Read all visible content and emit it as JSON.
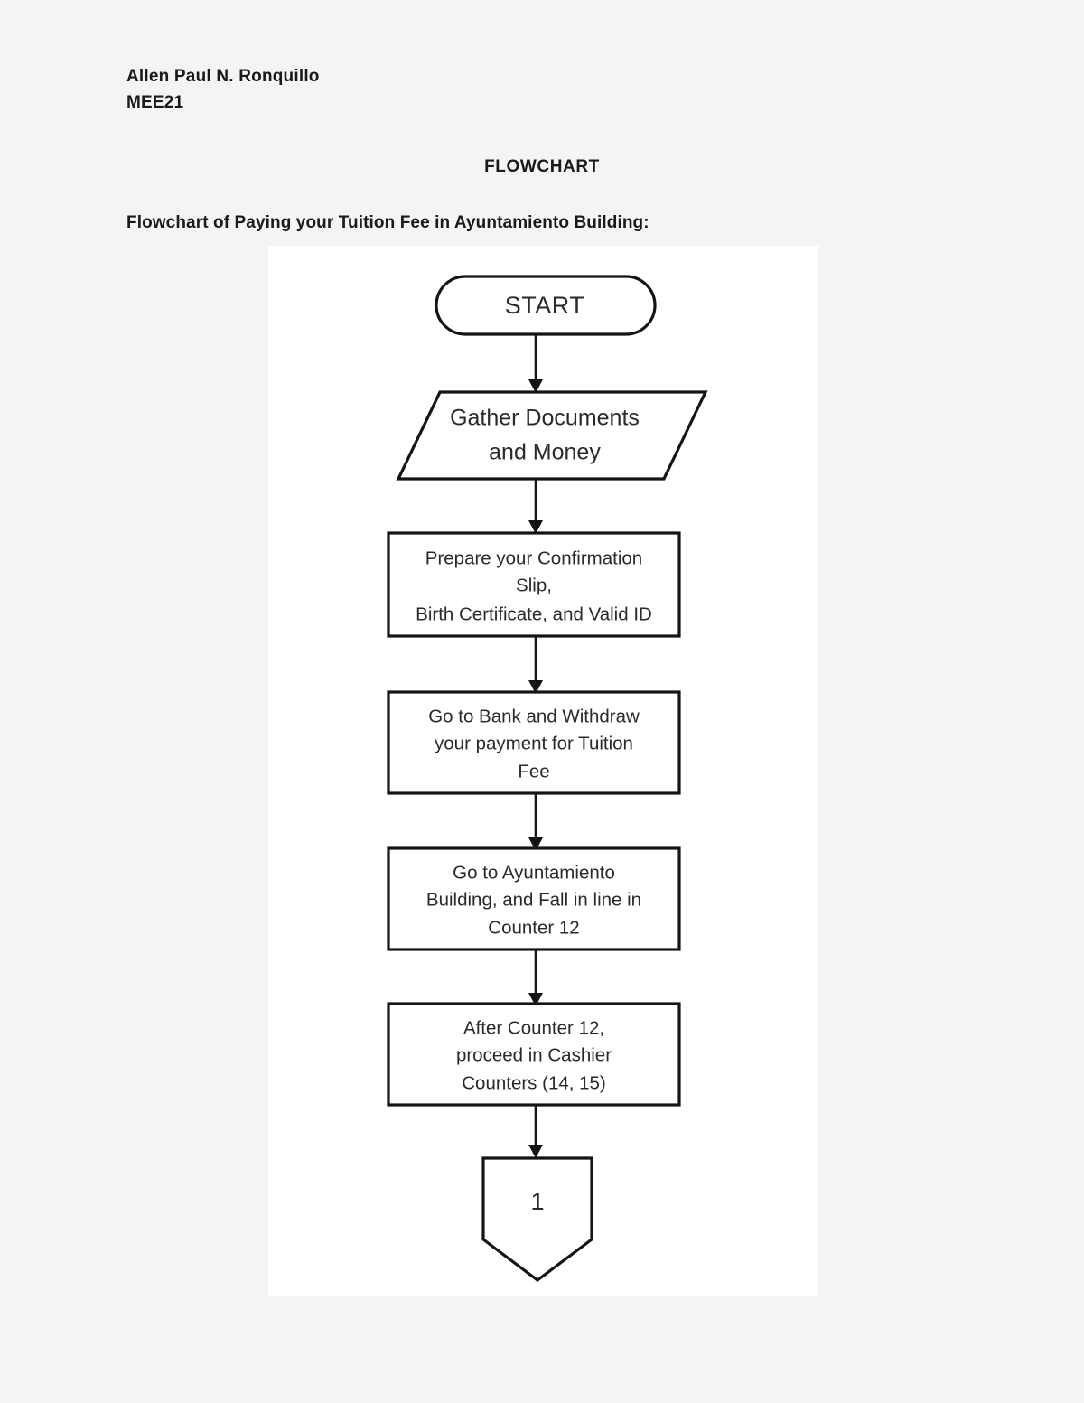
{
  "page": {
    "background_color": "#f4f4f4",
    "canvas_color": "#ffffff"
  },
  "header": {
    "author_name": "Allen Paul N. Ronquillo",
    "section_code": "MEE21",
    "title": "FLOWCHART",
    "subtitle": "Flowchart of Paying your Tuition Fee in Ayuntamiento Building:"
  },
  "chart_data": {
    "type": "diagram",
    "diagram_kind": "flowchart",
    "orientation": "top-to-bottom",
    "title": "Flowchart of Paying your Tuition Fee in Ayuntamiento Building:",
    "stroke_color": "#141414",
    "text_color": "#2a2a2a",
    "nodes": [
      {
        "id": "n1",
        "shape": "terminator",
        "lines": [
          "START"
        ],
        "text": "START"
      },
      {
        "id": "n2",
        "shape": "parallelogram",
        "lines": [
          "Gather Documents",
          "and Money"
        ],
        "text": "Gather Documents and Money"
      },
      {
        "id": "n3",
        "shape": "process",
        "lines": [
          "Prepare your Confirmation",
          "Slip,",
          "Birth Certificate, and Valid ID"
        ],
        "text": "Prepare your Confirmation Slip, Birth Certificate, and Valid ID"
      },
      {
        "id": "n4",
        "shape": "process",
        "lines": [
          "Go to Bank and Withdraw",
          "your payment for Tuition",
          "Fee"
        ],
        "text": "Go to Bank and Withdraw your payment for Tuition Fee"
      },
      {
        "id": "n5",
        "shape": "process",
        "lines": [
          "Go to Ayuntamiento",
          "Building, and Fall in line in",
          "Counter 12"
        ],
        "text": "Go to Ayuntamiento Building, and Fall in line in Counter 12"
      },
      {
        "id": "n6",
        "shape": "process",
        "lines": [
          "After Counter 12,",
          "proceed in Cashier",
          "Counters (14, 15)"
        ],
        "text": "After Counter 12, proceed in Cashier Counters (14, 15)"
      },
      {
        "id": "n7",
        "shape": "off-page-connector",
        "lines": [
          "1"
        ],
        "text": "1"
      }
    ],
    "edges": [
      {
        "from": "n1",
        "to": "n2",
        "arrow": true
      },
      {
        "from": "n2",
        "to": "n3",
        "arrow": true
      },
      {
        "from": "n3",
        "to": "n4",
        "arrow": true
      },
      {
        "from": "n4",
        "to": "n5",
        "arrow": true
      },
      {
        "from": "n5",
        "to": "n6",
        "arrow": true
      },
      {
        "from": "n6",
        "to": "n7",
        "arrow": true
      }
    ]
  }
}
